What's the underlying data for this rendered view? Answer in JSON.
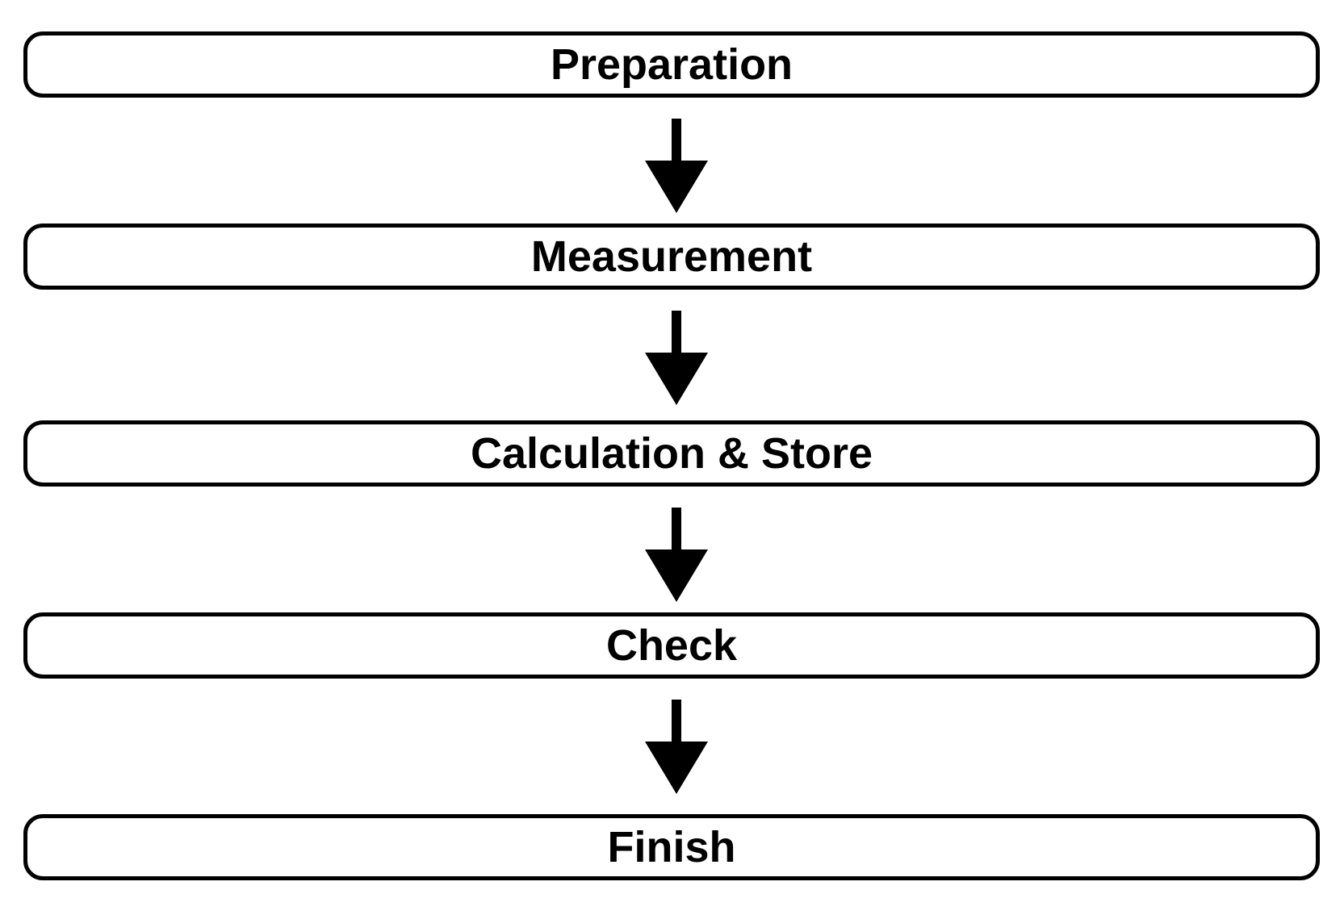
{
  "diagram": {
    "steps": [
      {
        "label": "Preparation"
      },
      {
        "label": "Measurement"
      },
      {
        "label": "Calculation & Store"
      },
      {
        "label": "Check"
      },
      {
        "label": "Finish"
      }
    ],
    "colors": {
      "stroke": "#000000",
      "fill": "#ffffff",
      "text": "#000000"
    },
    "arrow_icon": "down-arrow-icon"
  }
}
